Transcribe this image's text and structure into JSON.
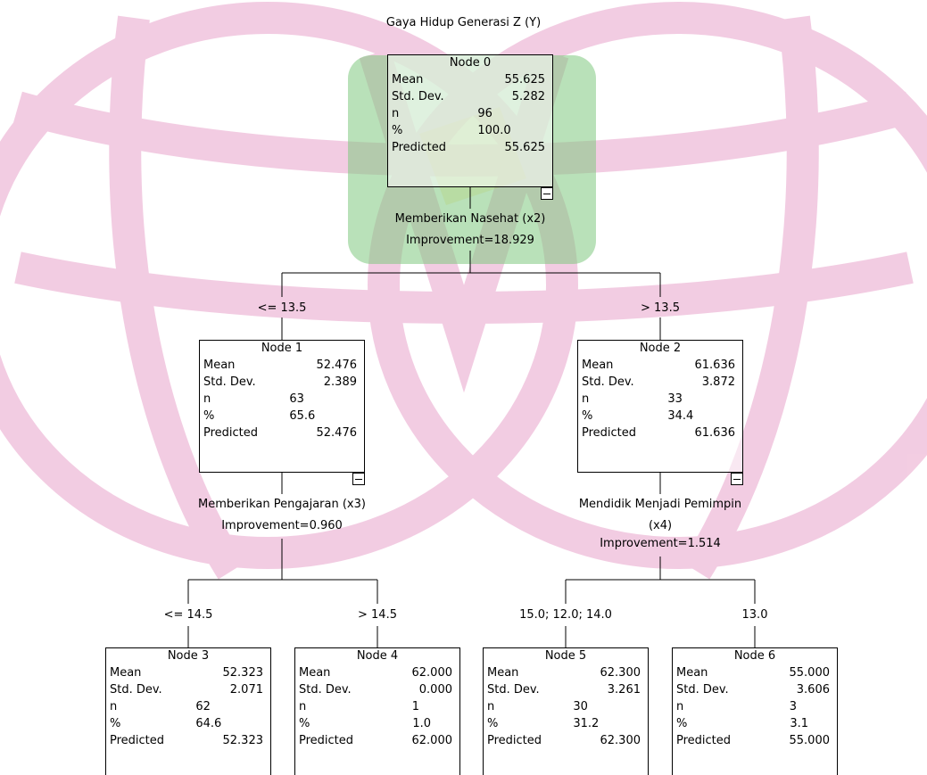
{
  "title": "Gaya Hidup Generasi Z (Y)",
  "stat_labels": {
    "mean": "Mean",
    "sd": "Std. Dev.",
    "n": "n",
    "pct": "%",
    "pred": "Predicted"
  },
  "colors": {
    "watermark": "#c91c7d",
    "highlight": "#7fc97f",
    "line": "#000000"
  },
  "nodes": {
    "n0": {
      "title": "Node 0",
      "mean": "55.625",
      "sd": "5.282",
      "n": "96",
      "pct": "100.0",
      "pred": "55.625"
    },
    "n1": {
      "title": "Node 1",
      "mean": "52.476",
      "sd": "2.389",
      "n": "63",
      "pct": "65.6",
      "pred": "52.476"
    },
    "n2": {
      "title": "Node 2",
      "mean": "61.636",
      "sd": "3.872",
      "n": "33",
      "pct": "34.4",
      "pred": "61.636"
    },
    "n3": {
      "title": "Node 3",
      "mean": "52.323",
      "sd": "2.071",
      "n": "62",
      "pct": "64.6",
      "pred": "52.323"
    },
    "n4": {
      "title": "Node 4",
      "mean": "62.000",
      "sd": "0.000",
      "n": "1",
      "pct": "1.0",
      "pred": "62.000"
    },
    "n5": {
      "title": "Node 5",
      "mean": "62.300",
      "sd": "3.261",
      "n": "30",
      "pct": "31.2",
      "pred": "62.300"
    },
    "n6": {
      "title": "Node 6",
      "mean": "55.000",
      "sd": "3.606",
      "n": "3",
      "pct": "3.1",
      "pred": "55.000"
    }
  },
  "splits": {
    "s0": {
      "var": "Memberikan Nasehat (x2)",
      "imp": "Improvement=18.929",
      "left": "<= 13.5",
      "right": "> 13.5"
    },
    "s1": {
      "var": "Memberikan Pengajaran (x3)",
      "imp": "Improvement=0.960",
      "left": "<= 14.5",
      "right": "> 14.5"
    },
    "s2": {
      "var": "Mendidik Menjadi Pemimpin",
      "var2": "(x4)",
      "imp": "Improvement=1.514",
      "left": "15.0; 12.0; 14.0",
      "right": "13.0"
    }
  }
}
